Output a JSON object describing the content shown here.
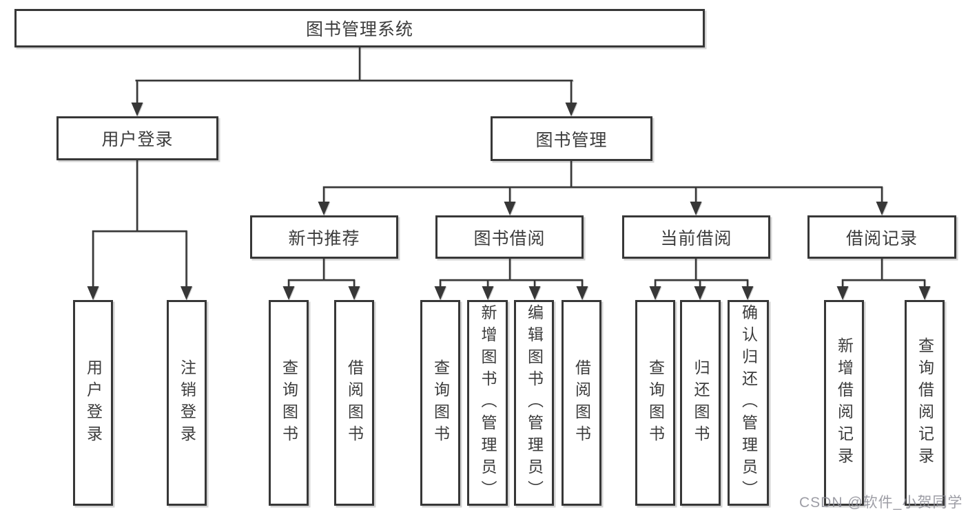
{
  "nodes": {
    "root": "图书管理系统",
    "level2": {
      "user_login": "用户登录",
      "book_mgmt": "图书管理"
    },
    "level3": {
      "new_books": "新书推荐",
      "book_borrow": "图书借阅",
      "current_borrow": "当前借阅",
      "borrow_records": "借阅记录"
    },
    "leaves": {
      "user_login": "用户登录",
      "logout": "注销登录",
      "nb_query_books": "查询图书",
      "nb_borrow_books": "借阅图书",
      "bb_query_books": "查询图书",
      "bb_add_books": "新增图书（管理员）",
      "bb_edit_books": "编辑图书（管理员）",
      "bb_borrow_books": "借阅图书",
      "cb_query_books": "查询图书",
      "cb_return_books": "归还图书",
      "cb_confirm_return": "确认归还（管理员）",
      "br_add_record": "新增借阅记录",
      "br_query_record": "查询借阅记录"
    }
  },
  "watermark": "CSDN @软件_小贺同学",
  "colors": {
    "line": "#373737",
    "text": "#3c3c3c",
    "background": "#ffffff",
    "watermark": "#8c8d96"
  }
}
